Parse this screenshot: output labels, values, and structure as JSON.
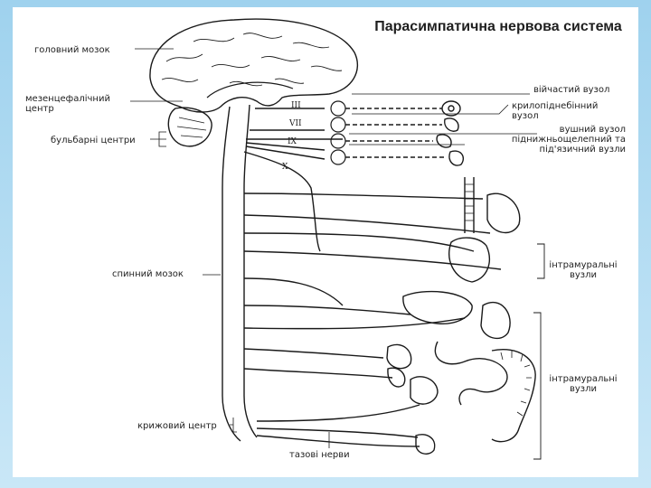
{
  "title": "Парасимпатична нервова система",
  "labels": {
    "brain": "головний мозок",
    "mesencephalic_center": "мезенцефалічний центр",
    "bulbar_centers": "бульбарні центри",
    "spinal_cord": "спинний мозок",
    "sacral_center": "крижовий центр",
    "ciliary_ganglion": "війчастий вузол",
    "pterygopalatine_ganglion": "крилопіднебінний вузол",
    "otic_ganglion": "вушний вузол",
    "submandibular_ganglia": "піднижньощелепний та під'язичний вузли",
    "intramural_upper": "інтрамуральні вузли",
    "intramural_lower": "інтрамуральні вузли",
    "pelvic_nerves": "тазові нерви"
  },
  "nerves": {
    "n3": "III",
    "n7": "VII",
    "n9": "IX",
    "n10": "X"
  }
}
